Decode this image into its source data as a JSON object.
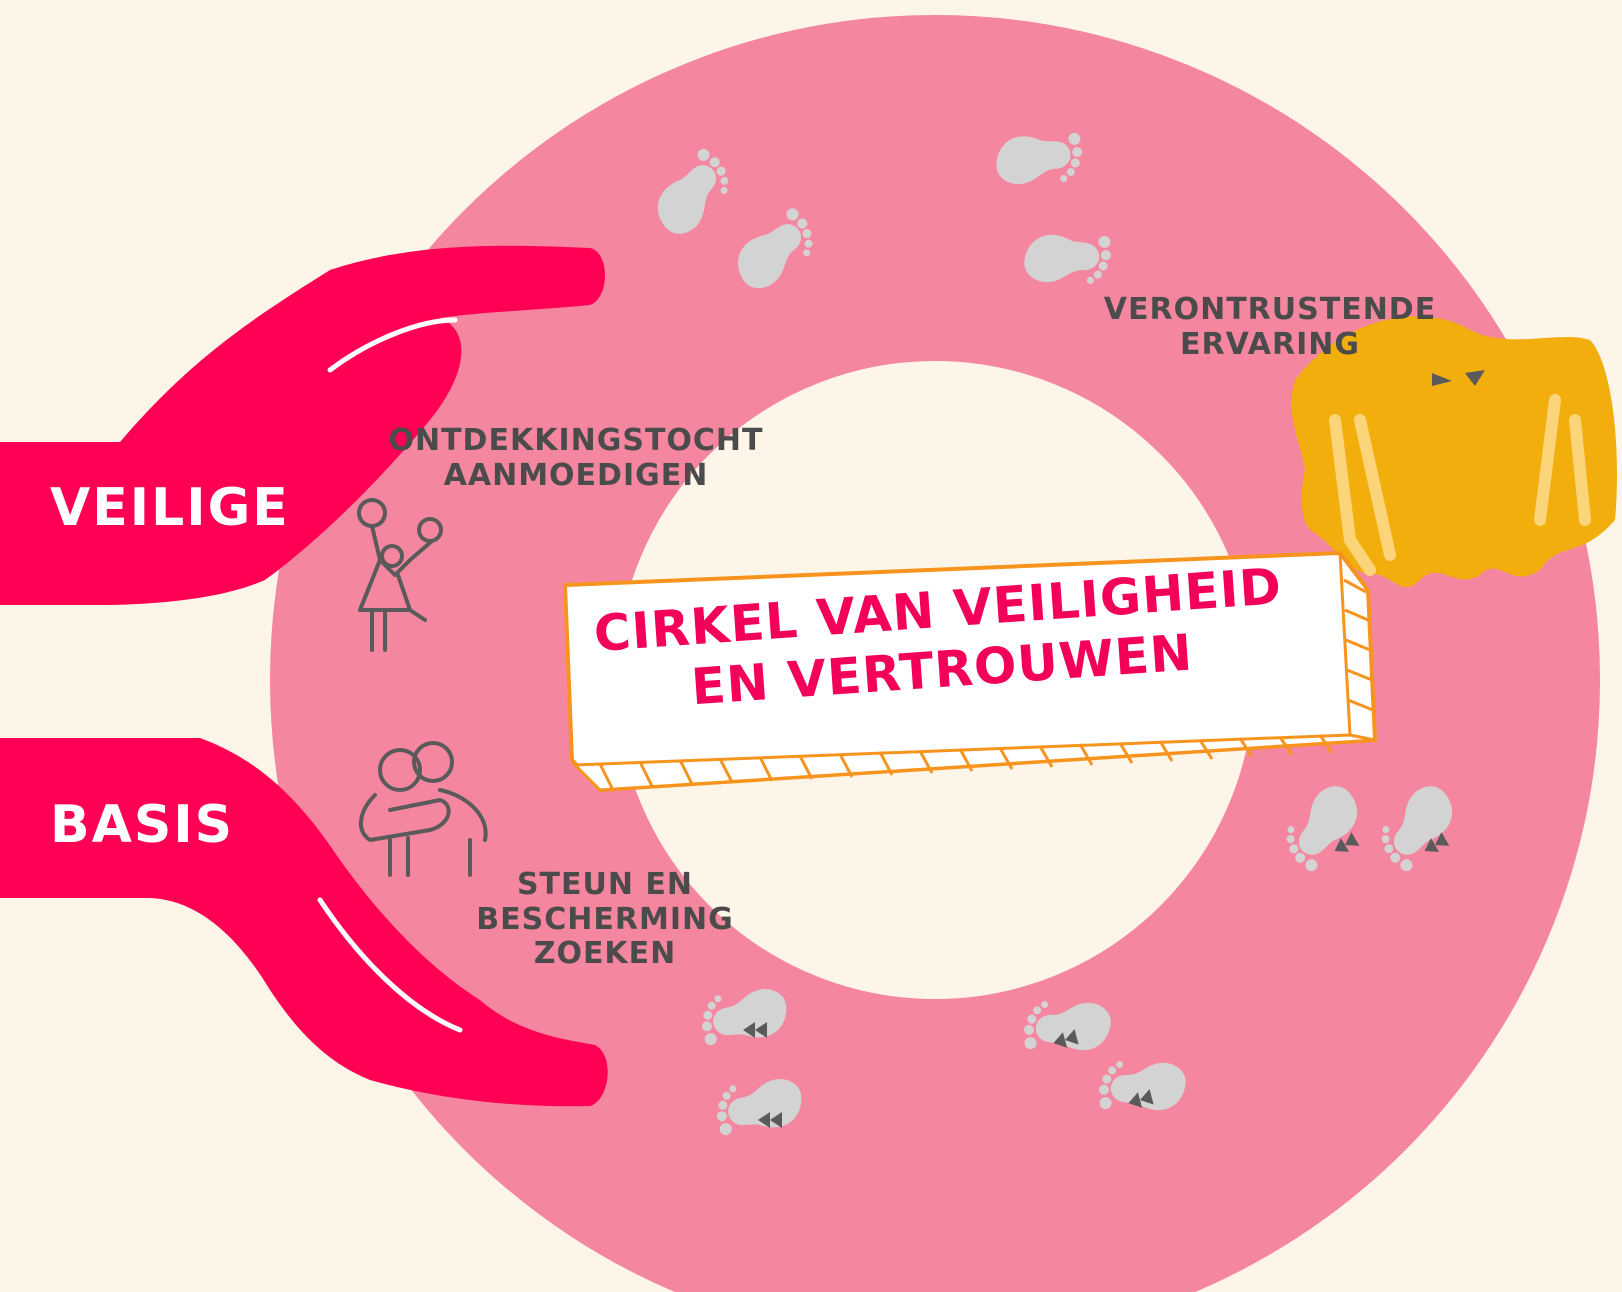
{
  "colors": {
    "background": "#fdf5e8",
    "ring": "#f5869f",
    "hand": "#ff0055",
    "ghost": "#f1ae0d",
    "footprint": "#d3d3d3",
    "label_text": "#4b4b4b",
    "title_text": "#f2005a",
    "banner_border": "#f7941d"
  },
  "hands": {
    "top_label": "VEILIGE",
    "bottom_label": "BASIS"
  },
  "labels": {
    "explore": [
      "ONTDEKKINGSTOCHT",
      "AANMOEDIGEN"
    ],
    "support": [
      "STEUN EN",
      "BESCHERMING",
      "ZOEKEN"
    ],
    "threat": [
      "VERONTRUSTENDE",
      "ERVARING"
    ]
  },
  "title": [
    "CIRKEL VAN VEILIGHEID",
    "EN VERTROUWEN"
  ],
  "icons": [
    "footprints-icon",
    "cheerleader-icon",
    "hug-icon",
    "ghost-icon",
    "rewind-footprints-icon"
  ]
}
